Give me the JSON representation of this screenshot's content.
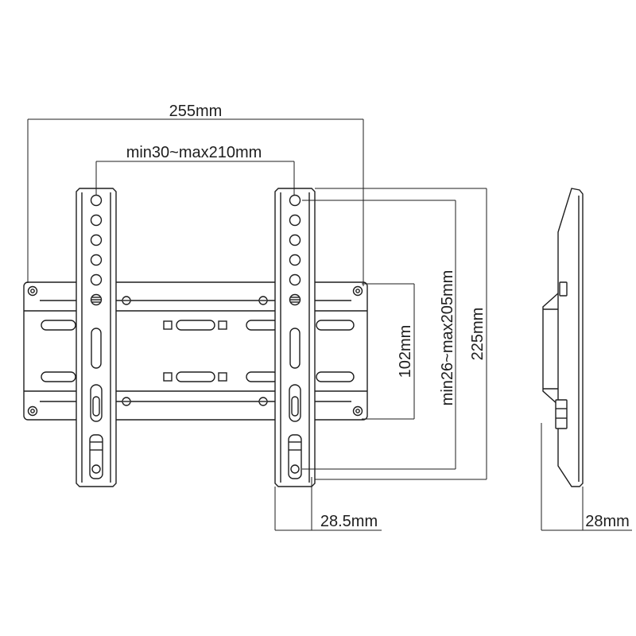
{
  "dimensions": {
    "overall_width": "255mm",
    "vesa_horizontal": "min30~max210mm",
    "wall_plate_height": "102mm",
    "vesa_vertical": "min26~max205mm",
    "arm_height": "225mm",
    "arm_width": "28.5mm",
    "profile_depth": "28mm"
  }
}
